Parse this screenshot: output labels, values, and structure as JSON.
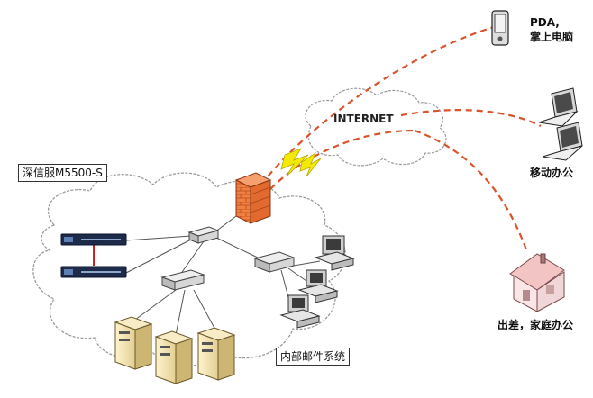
{
  "labels": {
    "internet": "INTERNET",
    "pda_line1": "PDA,",
    "pda_line2": "掌上电脑",
    "mobile_office": "移动办公",
    "business_home": "出差，家庭办公",
    "device_model": "深信服M5500-S",
    "mail_system": "内部邮件系统"
  },
  "colors": {
    "vpn_link": "#d9532c",
    "lightning": "#f4e900",
    "firewall": "#e8743b",
    "cloud_outline": "#9a9a9a",
    "house_roof": "#f2c4c4"
  }
}
